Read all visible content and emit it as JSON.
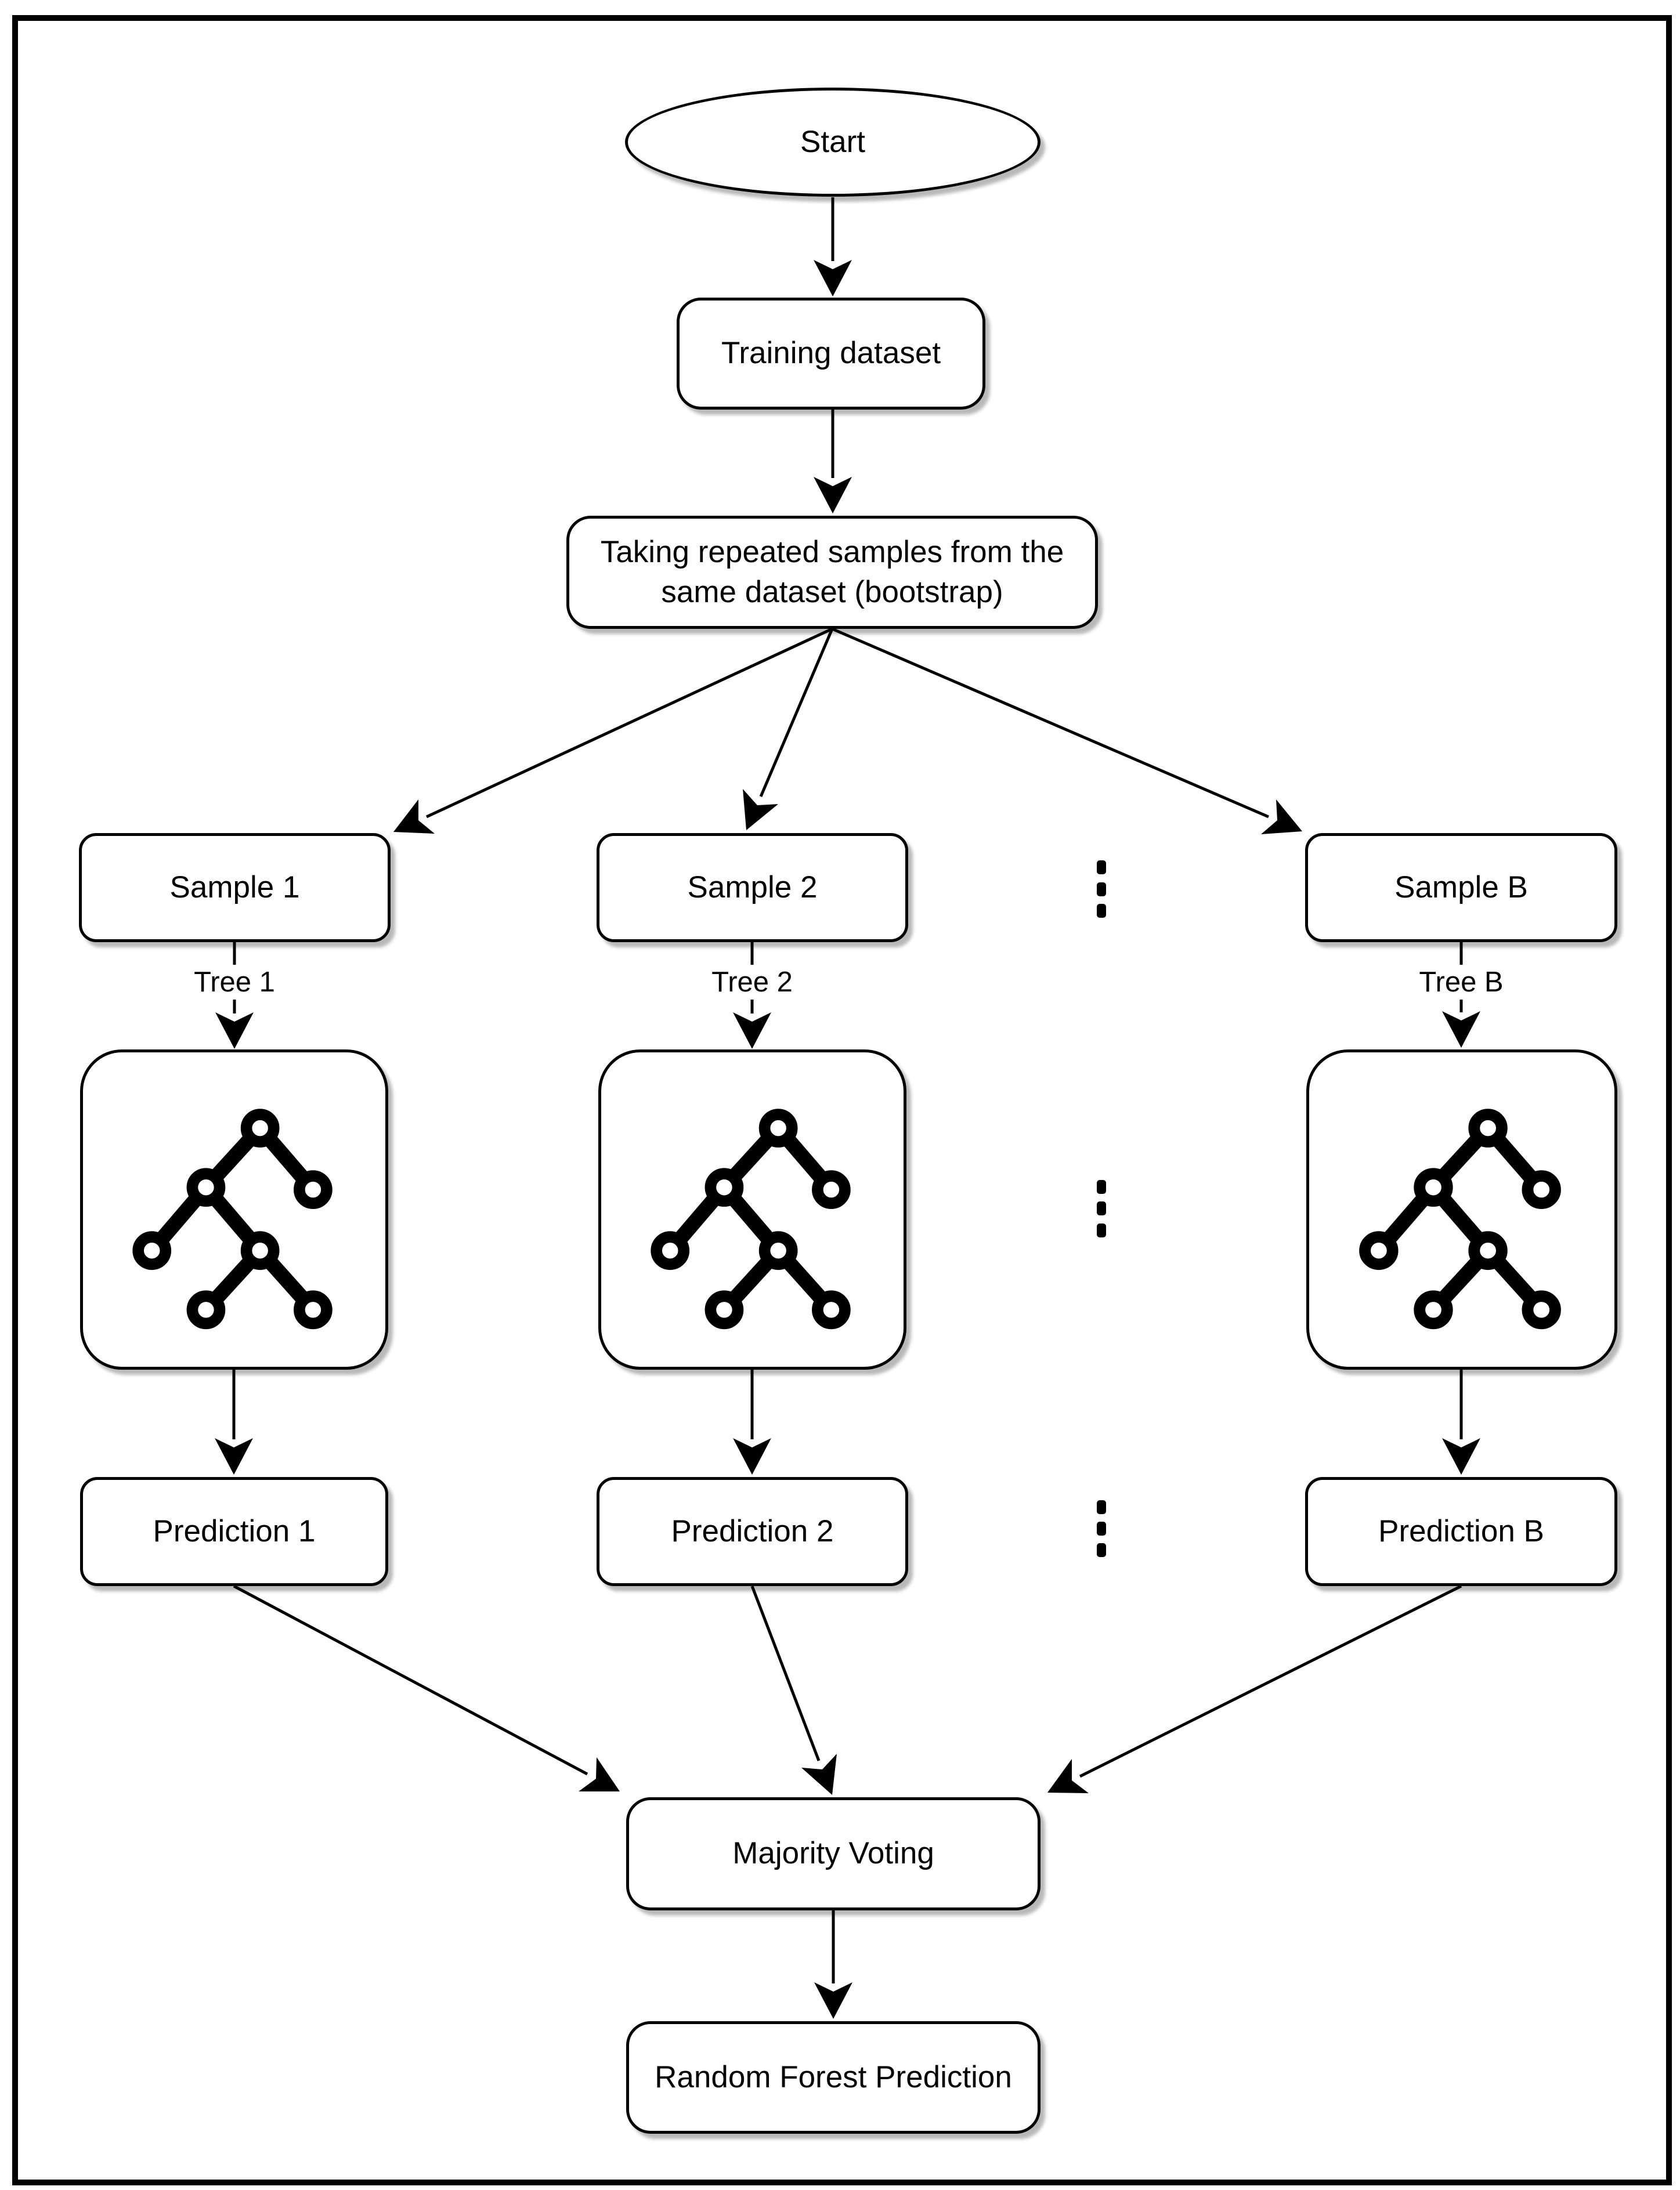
{
  "diagram": {
    "kind": "flowchart",
    "topic": "random-forest-prediction-process"
  },
  "nodes": {
    "start": "Start",
    "training_dataset": "Training dataset",
    "bootstrap": "Taking repeated samples from the same dataset (bootstrap)",
    "sample_1": "Sample 1",
    "sample_2": "Sample 2",
    "sample_b": "Sample B",
    "prediction_1": "Prediction 1",
    "prediction_2": "Prediction 2",
    "prediction_b": "Prediction B",
    "majority_voting": "Majority Voting",
    "random_forest_prediction": "Random Forest Prediction"
  },
  "edge_labels": {
    "tree_1": "Tree 1",
    "tree_2": "Tree 2",
    "tree_b": "Tree B"
  },
  "icons": {
    "decision_tree": "decision-tree-icon",
    "vertical_ellipsis": "vertical-ellipsis-icon"
  },
  "colors": {
    "stroke": "#000000",
    "node_fill": "#ffffff",
    "background": "#ffffff",
    "text": "#000000"
  }
}
